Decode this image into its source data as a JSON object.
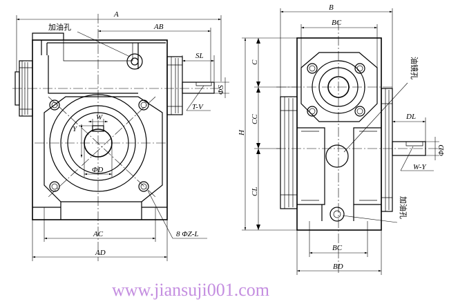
{
  "labels": {
    "A": "A",
    "AB": "AB",
    "SL": "SL",
    "phiS": "ΦS",
    "TV": "T-V",
    "W": "W",
    "Y": "Y",
    "phiD": "ΦD",
    "AC": "AC",
    "AD": "AD",
    "bolts": "8 ΦZ-L",
    "B": "B",
    "BC_top": "BC",
    "C": "C",
    "CC": "CC",
    "H": "H",
    "CL": "CL",
    "DL": "DL",
    "phiD_right": "ΦD",
    "WY": "W-Y",
    "BC_bottom": "BC",
    "BD": "BD"
  },
  "notes": {
    "oil_fill_left": "加油孔",
    "oil_sight": "油镜孔",
    "oil_fill_right": "加油孔"
  },
  "watermark": "www.jiansuji001.com"
}
